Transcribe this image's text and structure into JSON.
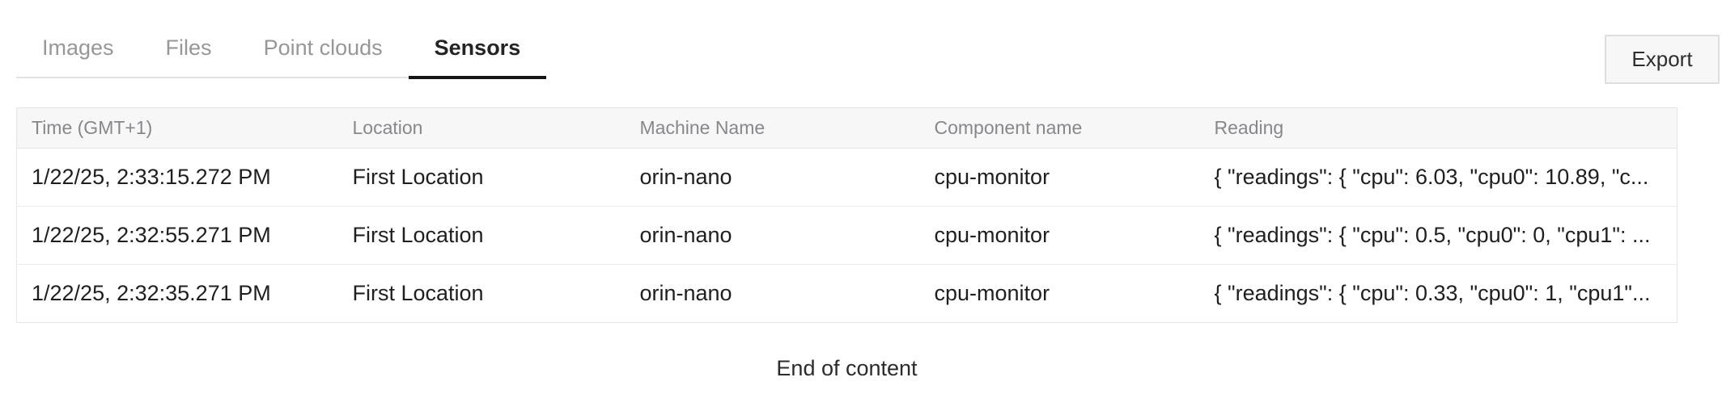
{
  "tabs": {
    "items": [
      {
        "label": "Images",
        "active": false
      },
      {
        "label": "Files",
        "active": false
      },
      {
        "label": "Point clouds",
        "active": false
      },
      {
        "label": "Sensors",
        "active": true
      }
    ]
  },
  "toolbar": {
    "export_label": "Export"
  },
  "table": {
    "columns": [
      "Time (GMT+1)",
      "Location",
      "Machine Name",
      "Component name",
      "Reading"
    ],
    "rows": [
      {
        "time": "1/22/25, 2:33:15.272 PM",
        "location": "First Location",
        "machine_name": "orin-nano",
        "component_name": "cpu-monitor",
        "reading": "{ \"readings\": { \"cpu\": 6.03, \"cpu0\": 10.89, \"c..."
      },
      {
        "time": "1/22/25, 2:32:55.271 PM",
        "location": "First Location",
        "machine_name": "orin-nano",
        "component_name": "cpu-monitor",
        "reading": "{ \"readings\": { \"cpu\": 0.5, \"cpu0\": 0, \"cpu1\": ..."
      },
      {
        "time": "1/22/25, 2:32:35.271 PM",
        "location": "First Location",
        "machine_name": "orin-nano",
        "component_name": "cpu-monitor",
        "reading": "{ \"readings\": { \"cpu\": 0.33, \"cpu0\": 1, \"cpu1\"..."
      }
    ]
  },
  "footer": {
    "end_of_content": "End of content"
  },
  "colors": {
    "active_tab_text": "#242426",
    "inactive_tab_text": "#979799",
    "active_tab_underline": "#161617",
    "tabbar_border": "#e2e3e5",
    "header_bg": "#f7f7f8",
    "header_text": "#87878c",
    "cell_text": "#1f1f21",
    "table_border": "#e3e5e8",
    "row_divider": "#ebecee",
    "button_bg": "#f7f7f7",
    "button_border": "#dededf"
  }
}
